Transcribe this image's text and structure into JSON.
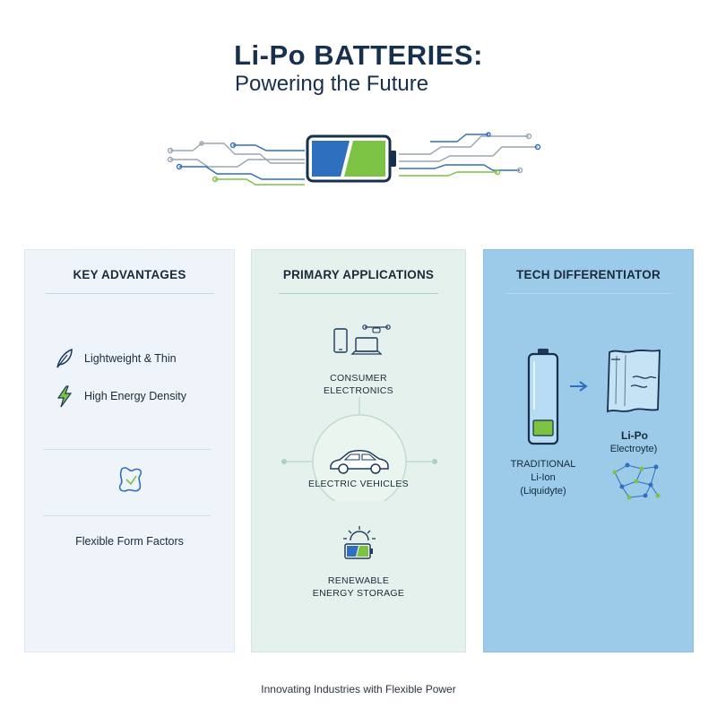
{
  "header": {
    "title": "Li-Po BATTERIES:",
    "subtitle": "Powering the Future"
  },
  "colors": {
    "navy": "#16304d",
    "blue": "#2f6fc0",
    "green": "#7cc243",
    "advantages_bg": "#eef4fa",
    "applications_bg": "#e4f1ec",
    "tech_bg": "#9ccbea"
  },
  "advantages": {
    "heading": "KEY ADVANTAGES",
    "items": [
      {
        "icon": "feather-icon",
        "label": "Lightweight & Thin"
      },
      {
        "icon": "lightning-icon",
        "label": "High Energy Density"
      }
    ],
    "flex_icon": "flexible-shape-icon",
    "flex_label": "Flexible Form Factors"
  },
  "applications": {
    "heading": "PRIMARY APPLICATIONS",
    "consumer": {
      "icon": "devices-icon",
      "line1": "CONSUMER",
      "line2": "ELECTRONICS"
    },
    "ev": {
      "icon": "car-icon",
      "label": "ELECTRIC VEHICLES"
    },
    "renewable": {
      "icon": "solar-battery-icon",
      "line1": "RENEWABLE",
      "line2": "ENERGY STORAGE"
    }
  },
  "tech": {
    "heading": "TECH DIFFERENTIATOR",
    "traditional": {
      "icon": "cylinder-battery-icon",
      "line1": "TRADITIONAL",
      "line2": "Li-Ion",
      "line3": "(Liquidyte)"
    },
    "arrow_icon": "arrow-right-icon",
    "lipo": {
      "icon": "pouch-cell-icon",
      "line1": "Li-Po",
      "line2": "Electroyte)",
      "network_icon": "polymer-network-icon"
    }
  },
  "footer": {
    "tagline": "Innovating Industries with Flexible Power"
  }
}
